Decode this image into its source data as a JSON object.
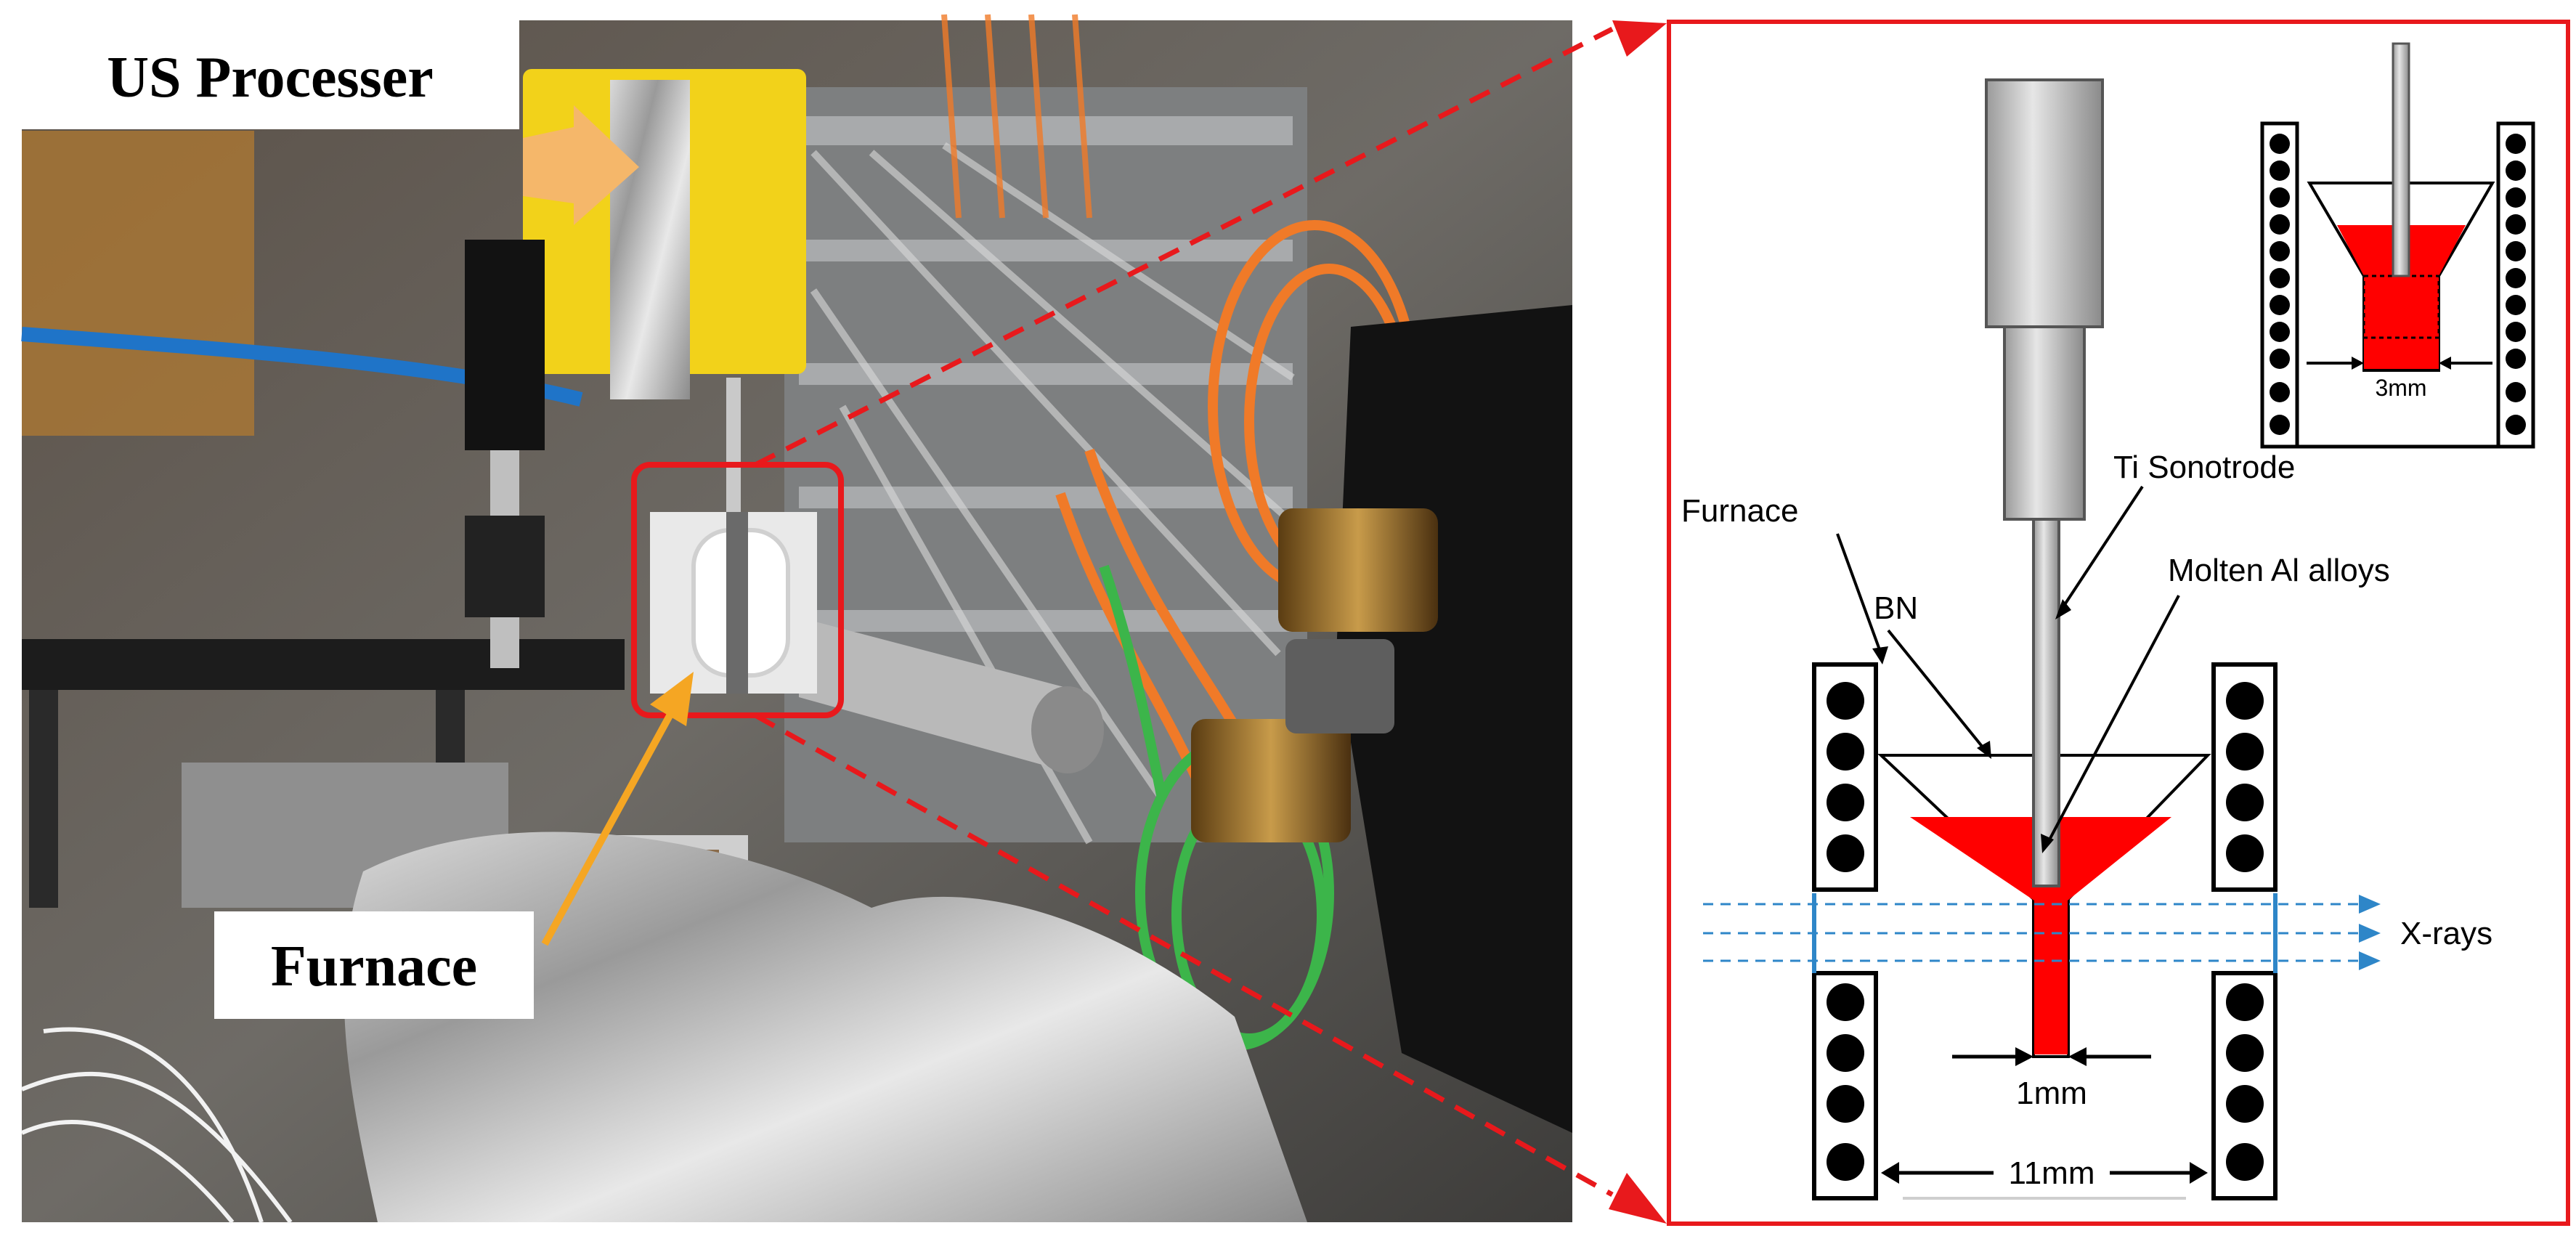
{
  "photo": {
    "label_processor": "US Processer",
    "label_furnace": "Furnace"
  },
  "diagram": {
    "sonotrode_label": "Ti Sonotrode",
    "furnace_label": "Furnace",
    "bn_label": "BN",
    "melt_label": "Molten Al alloys",
    "xray_label": "X-rays",
    "dim_channel": "1mm",
    "dim_gap": "11mm",
    "inset_dim": "3mm"
  },
  "colors": {
    "frame_red": "#e8191c",
    "melt_red": "#ff0000",
    "xray_blue": "#2e86c8",
    "arrow_orange": "#f5a623",
    "processor_yellow": "#f2d21a",
    "cable_orange": "#f07a28",
    "cable_green": "#3cb54a"
  }
}
